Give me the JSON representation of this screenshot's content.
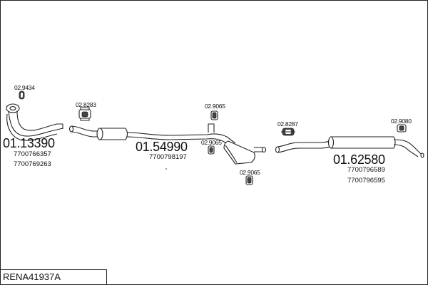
{
  "diagram_title": "RENA41937A",
  "groups": [
    {
      "part_number": "01.13390",
      "oem_numbers": [
        "7700766357",
        "7700769263"
      ],
      "accessories": [
        "02.9434"
      ]
    },
    {
      "part_number": "01.54990",
      "oem_numbers": [
        "7700798197"
      ],
      "accessories": [
        "02.8283",
        "02.9065",
        "02.9065",
        "02.9065"
      ]
    },
    {
      "part_number": "01.62580",
      "oem_numbers": [
        "7700796589",
        "7700796595"
      ],
      "accessories": [
        "02.8287",
        "02.9080"
      ]
    }
  ],
  "colors": {
    "line": "#222222",
    "background": "#ffffff",
    "accent_fill": "#444444"
  }
}
